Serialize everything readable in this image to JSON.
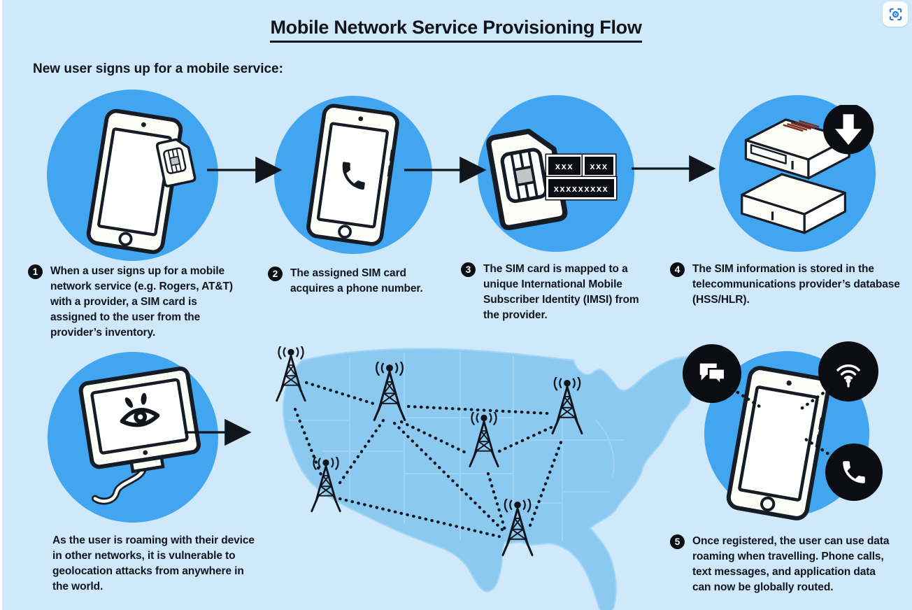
{
  "page": {
    "title": "Mobile Network Service Provisioning Flow",
    "subtitle": "New user signs up for a mobile service:"
  },
  "colors": {
    "background": "#cfe9fb",
    "bubble_blue": "#42a5f0",
    "map_fill": "#8cc9f1",
    "map_state_border": "#a3d6f5",
    "ink": "#10151c",
    "vent_red": "#7b2d21",
    "capture_icon_blue": "#2f7fe3"
  },
  "steps": [
    {
      "number": "1",
      "icon": "smartphone-sim-icon",
      "text": "When a user signs up for a mobile network service (e.g. Rogers, AT&T) with a provider, a SIM card is assigned to the user from the provider’s inventory."
    },
    {
      "number": "2",
      "icon": "smartphone-call-icon",
      "text": "The assigned SIM card acquires a phone number."
    },
    {
      "number": "3",
      "icon": "sim-imsi-icon",
      "text": "The SIM card is mapped to a unique International Mobile Subscriber Identity (IMSI) from the provider."
    },
    {
      "number": "4",
      "icon": "database-download-icon",
      "text": "The SIM information is stored in the telecommunications provider’s database (HSS/HLR)."
    },
    {
      "number": "5",
      "icon": "roaming-services-icon",
      "text": "Once registered, the user can use data roaming when travelling. Phone calls, text messages, and application data can now be globally routed."
    }
  ],
  "roaming_warning": {
    "icon": "surveillance-monitor-icon",
    "text": "As the user is roaming with their device in other networks, it is vulnerable to geolocation attacks from anywhere in the world."
  },
  "imsi_labels": {
    "mcc": "xxx",
    "mnc": "xxx",
    "msin": "xxxxxxxxx"
  },
  "map": {
    "name": "us-cell-tower-map",
    "tower_count": "6"
  },
  "overlay": {
    "capture_button": "screen-capture-icon"
  }
}
